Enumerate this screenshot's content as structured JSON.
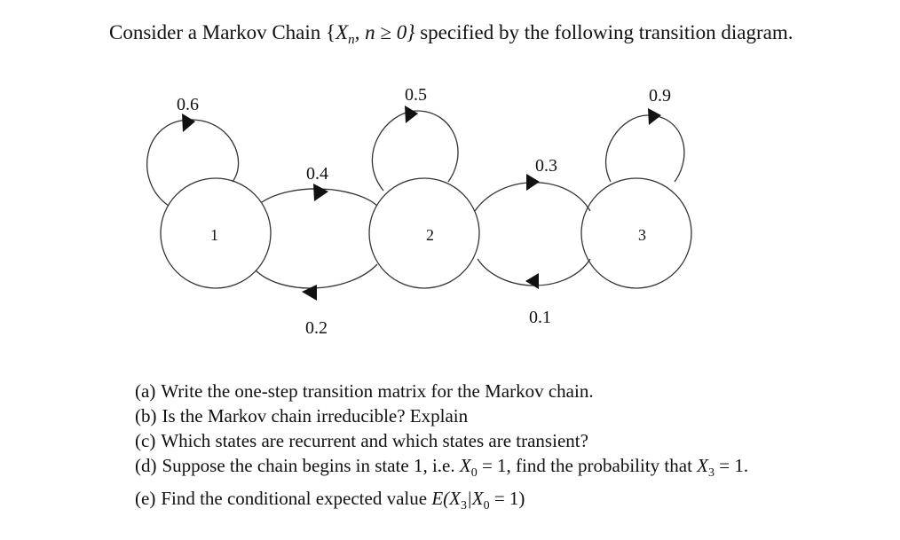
{
  "intro": {
    "prefix": "Consider a Markov Chain {",
    "var": "X",
    "sub": "n",
    "cond": ", n ≥ 0}",
    "suffix": " specified by the following transition diagram."
  },
  "diagram": {
    "states": [
      "1",
      "2",
      "3"
    ],
    "loops": [
      "0.6",
      "0.5",
      "0.9"
    ],
    "edges": {
      "p12": "0.4",
      "p21": "0.2",
      "p23": "0.3",
      "p32": "0.1"
    }
  },
  "questions": [
    {
      "label": "(a)",
      "text": "Write the one-step transition matrix for the Markov chain."
    },
    {
      "label": "(b)",
      "text": "Is the Markov chain irreducible? Explain"
    },
    {
      "label": "(c)",
      "text": "Which states are recurrent and which states are transient?"
    },
    {
      "label": "(d)",
      "text_a": "Suppose the chain begins in state 1, i.e.  ",
      "x0": "X",
      "s0": "0",
      "eq0": " = 1, find the probability that ",
      "x3": "X",
      "s3": "3",
      "eq3": " = 1."
    },
    {
      "label": "(e)",
      "text_a": "Find the conditional expected value ",
      "expr": "E(X",
      "s3": "3",
      "bar": "|X",
      "s0": "0",
      "tail": " = 1)"
    }
  ],
  "colors": {
    "ink": "#111111",
    "background": "#ffffff"
  }
}
